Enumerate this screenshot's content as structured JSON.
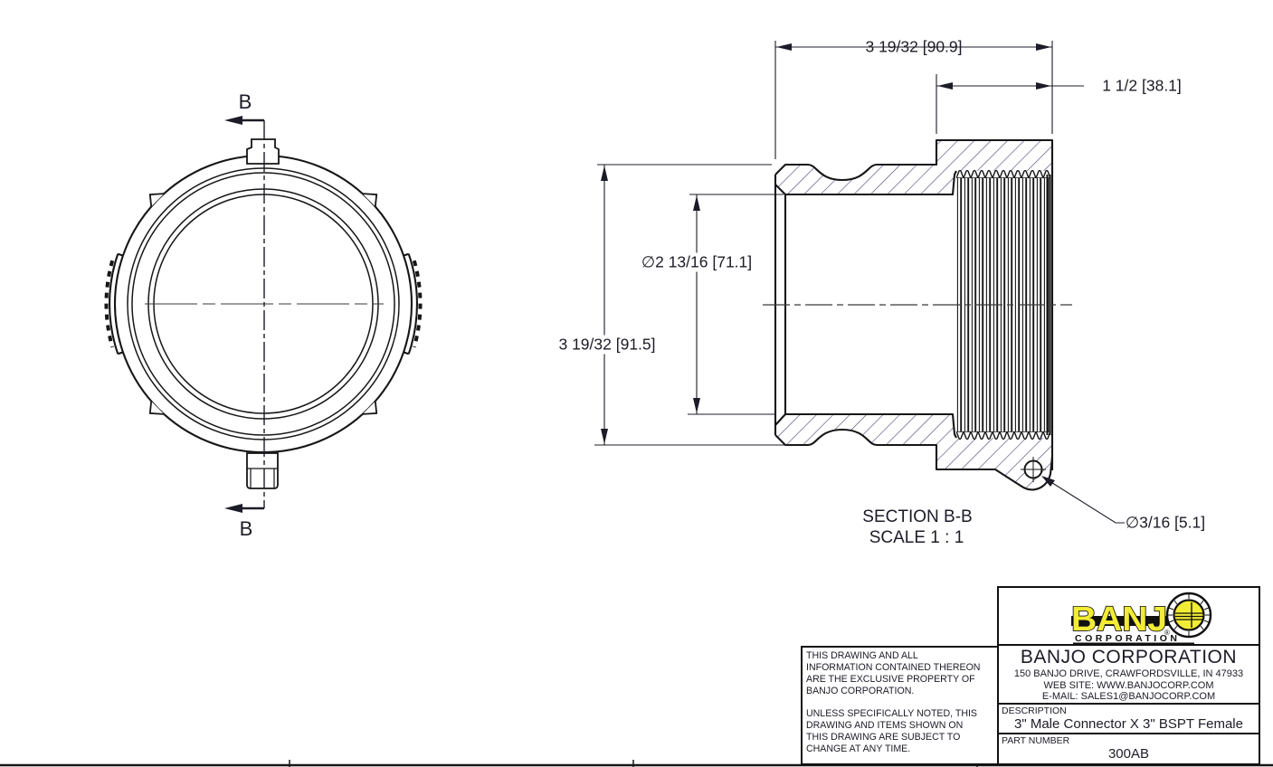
{
  "drawing": {
    "dimensions": {
      "overall_width": "3 19/32 [90.9]",
      "thread_length": "1 1/2 [38.1]",
      "bore_diameter": "∅2 13/16 [71.1]",
      "overall_height": "3 19/32 [91.5]",
      "hole_diameter": "∅3/16 [5.1]"
    },
    "section": {
      "label": "SECTION B-B",
      "scale": "SCALE 1 : 1",
      "cut_letter": "B"
    }
  },
  "title_block": {
    "logo": {
      "brand": "BANJ",
      "registered": "®",
      "corporation": "CORPORATION"
    },
    "company": "BANJO CORPORATION",
    "address": "150 BANJO DRIVE, CRAWFORDSVILLE, IN 47933",
    "website": "WEB SITE: WWW.BANJOCORP.COM",
    "email": "E-MAIL: SALES1@BANJOCORP.COM",
    "description_label": "DESCRIPTION",
    "description": "3\" Male Connector X 3\" BSPT Female",
    "part_number_label": "PART NUMBER",
    "part_number": "300AB",
    "disclaimer1": "THIS DRAWING AND ALL\nINFORMATION CONTAINED THEREON\nARE THE EXCLUSIVE PROPERTY OF\nBANJO CORPORATION.",
    "disclaimer2": "UNLESS SPECIFICALLY NOTED, THIS\nDRAWING AND ITEMS SHOWN ON\nTHIS DRAWING ARE SUBJECT TO\nCHANGE AT ANY TIME."
  },
  "colors": {
    "line": "#1a1a1a",
    "hatch": "#50507a",
    "text": "#1c1c28",
    "logo_yellow": "#f2ec34"
  }
}
